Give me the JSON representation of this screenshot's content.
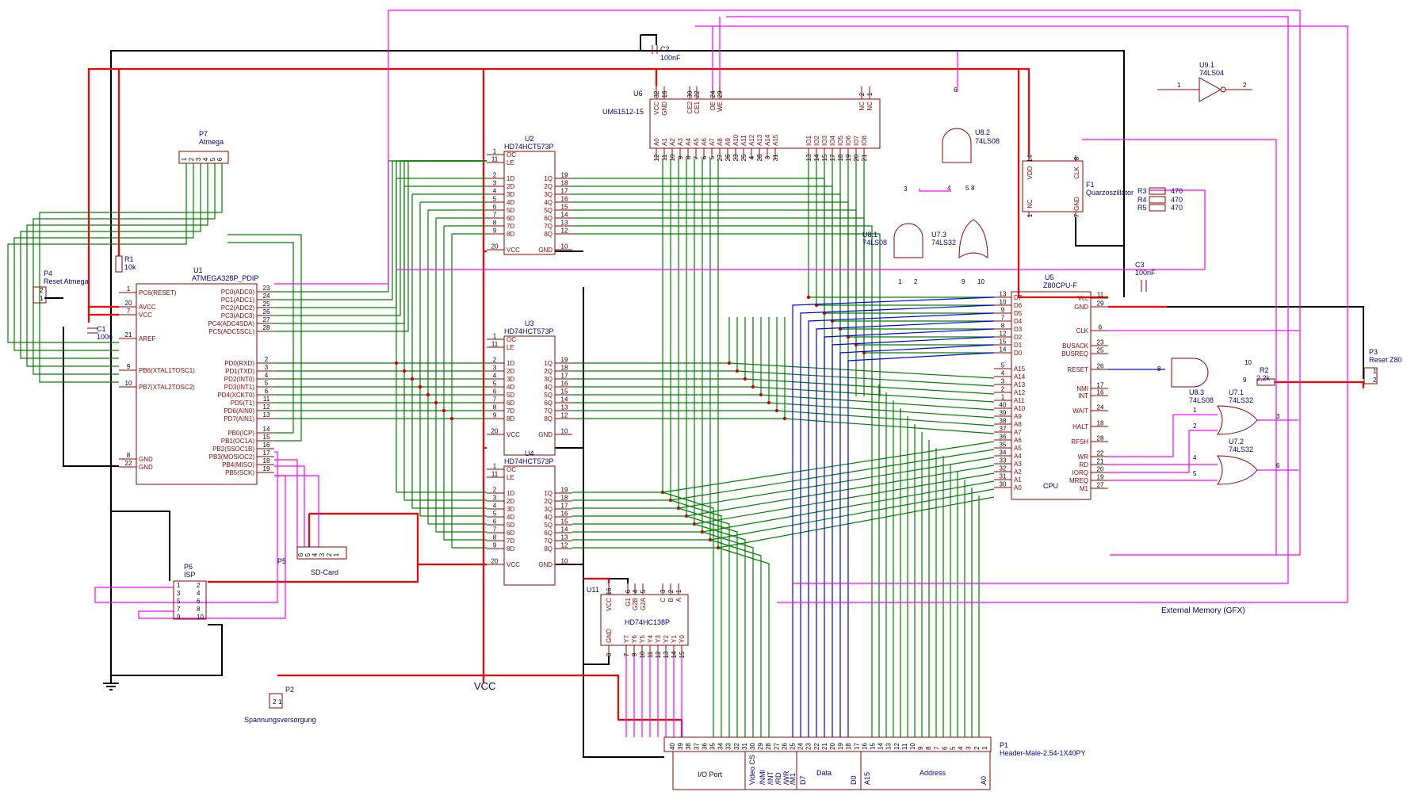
{
  "components": {
    "u1": {
      "ref": "U1",
      "value": "ATMEGA328P_PDIP",
      "left_pins": [
        [
          "1",
          "PC6(RESET)"
        ],
        [
          "20",
          "AVCC"
        ],
        [
          "7",
          "VCC"
        ],
        [
          "21",
          "AREF"
        ],
        [
          "9",
          "PB6(XTAL1TOSC1)"
        ],
        [
          "10",
          "PB7(XTAL2TOSC2)"
        ],
        [
          "8",
          "GND"
        ],
        [
          "22",
          "GND"
        ]
      ],
      "right_pins": [
        [
          "23",
          "PC0(ADC0)"
        ],
        [
          "24",
          "PC1(ADC1)"
        ],
        [
          "25",
          "PC2(ADC2)"
        ],
        [
          "26",
          "PC3(ADC3)"
        ],
        [
          "27",
          "PC4(ADC4SDA)"
        ],
        [
          "28",
          "PC5(ADC5SCL)"
        ],
        [
          "2",
          "PD0(RXD)"
        ],
        [
          "3",
          "PD1(TXD)"
        ],
        [
          "4",
          "PD2(INT0)"
        ],
        [
          "5",
          "PD3(INT1)"
        ],
        [
          "6",
          "PD4(XCKT0)"
        ],
        [
          "11",
          "PD5(T1)"
        ],
        [
          "12",
          "PD6(AIN0)"
        ],
        [
          "13",
          "PD7(AIN1)"
        ],
        [
          "14",
          "PB0(ICP)"
        ],
        [
          "15",
          "PB1(OC1A)"
        ],
        [
          "16",
          "PB2(SSOC1B)"
        ],
        [
          "17",
          "PB3(MOSIOC2)"
        ],
        [
          "18",
          "PB4(MISO)"
        ],
        [
          "19",
          "PB5(SCK)"
        ]
      ]
    },
    "latch": {
      "value": "HD74HCT573P",
      "left_pins": [
        [
          "1",
          "OC"
        ],
        [
          "11",
          "LE"
        ],
        [
          "2",
          "1D"
        ],
        [
          "3",
          "2D"
        ],
        [
          "4",
          "3D"
        ],
        [
          "5",
          "4D"
        ],
        [
          "6",
          "5D"
        ],
        [
          "7",
          "6D"
        ],
        [
          "8",
          "7D"
        ],
        [
          "9",
          "8D"
        ],
        [
          "20",
          "VCC"
        ]
      ],
      "right_pins": [
        [
          "19",
          "1Q"
        ],
        [
          "18",
          "2Q"
        ],
        [
          "17",
          "3Q"
        ],
        [
          "16",
          "4Q"
        ],
        [
          "15",
          "5Q"
        ],
        [
          "14",
          "6Q"
        ],
        [
          "13",
          "7Q"
        ],
        [
          "12",
          "8Q"
        ],
        [
          "10",
          "GND"
        ]
      ],
      "refs": [
        "U2",
        "U3",
        "U4"
      ]
    },
    "u5": {
      "ref": "U5",
      "value": "Z80CPU-F",
      "center": "CPU",
      "left_pins": [
        [
          "13",
          "D7"
        ],
        [
          "10",
          "D6"
        ],
        [
          "9",
          "D5"
        ],
        [
          "7",
          "D4"
        ],
        [
          "8",
          "D3"
        ],
        [
          "12",
          "D2"
        ],
        [
          "15",
          "D1"
        ],
        [
          "14",
          "D0"
        ],
        [
          "5",
          "A15"
        ],
        [
          "4",
          "A14"
        ],
        [
          "3",
          "A13"
        ],
        [
          "2",
          "A12"
        ],
        [
          "1",
          "A11"
        ],
        [
          "40",
          "A10"
        ],
        [
          "39",
          "A9"
        ],
        [
          "38",
          "A8"
        ],
        [
          "37",
          "A7"
        ],
        [
          "36",
          "A6"
        ],
        [
          "35",
          "A5"
        ],
        [
          "34",
          "A4"
        ],
        [
          "33",
          "A3"
        ],
        [
          "32",
          "A2"
        ],
        [
          "31",
          "A1"
        ],
        [
          "30",
          "A0"
        ]
      ],
      "right_pins": [
        [
          "11",
          "Vcc"
        ],
        [
          "29",
          "GND"
        ],
        [
          "6",
          "CLK"
        ],
        [
          "23",
          "BUSACK"
        ],
        [
          "25",
          "BUSREQ"
        ],
        [
          "26",
          "RESET"
        ],
        [
          "17",
          "NMI"
        ],
        [
          "16",
          "INT"
        ],
        [
          "24",
          "WAIT"
        ],
        [
          "18",
          "HALT"
        ],
        [
          "28",
          "RFSH"
        ],
        [
          "22",
          "WR"
        ],
        [
          "21",
          "RD"
        ],
        [
          "20",
          "IORQ"
        ],
        [
          "19",
          "MREQ"
        ],
        [
          "27",
          "M1"
        ]
      ]
    },
    "u6": {
      "ref": "U6",
      "value": "UM61512-15",
      "top_pins": [
        [
          "32",
          "VCC"
        ],
        [
          "16",
          "GND"
        ],
        [
          "30",
          "CE2"
        ],
        [
          "22",
          "CE1"
        ],
        [
          "24",
          "OE"
        ],
        [
          "29",
          "WE"
        ],
        [
          "2",
          "NC"
        ],
        [
          "1",
          "NC"
        ]
      ],
      "bottom_pins": [
        [
          "12",
          "A0"
        ],
        [
          "11",
          "A1"
        ],
        [
          "10",
          "A2"
        ],
        [
          "9",
          "A3"
        ],
        [
          "8",
          "A4"
        ],
        [
          "7",
          "A5"
        ],
        [
          "6",
          "A6"
        ],
        [
          "5",
          "A7"
        ],
        [
          "27",
          "A8"
        ],
        [
          "26",
          "A9"
        ],
        [
          "23",
          "A10"
        ],
        [
          "25",
          "A11"
        ],
        [
          "4",
          "A12"
        ],
        [
          "28",
          "A13"
        ],
        [
          "3",
          "A14"
        ],
        [
          "31",
          "A15"
        ],
        [
          "13",
          "IO1"
        ],
        [
          "14",
          "IO2"
        ],
        [
          "15",
          "IO3"
        ],
        [
          "17",
          "IO4"
        ],
        [
          "18",
          "IO5"
        ],
        [
          "19",
          "IO6"
        ],
        [
          "20",
          "IO7"
        ],
        [
          "21",
          "IO8"
        ]
      ]
    },
    "u11": {
      "ref": "U11",
      "value": "HD74HC138P",
      "top_pins": [
        [
          "16",
          "VCC"
        ],
        [
          "6",
          "G1"
        ],
        [
          "4",
          "G2B"
        ],
        [
          "5",
          "G2A"
        ],
        [
          "3",
          "C"
        ],
        [
          "2",
          "B"
        ],
        [
          "1",
          "A"
        ]
      ],
      "bottom_pins": [
        [
          "8",
          "GND"
        ],
        [
          "7",
          "Y7"
        ],
        [
          "9",
          "Y6"
        ],
        [
          "10",
          "Y5"
        ],
        [
          "11",
          "Y4"
        ],
        [
          "12",
          "Y3"
        ],
        [
          "13",
          "Y2"
        ],
        [
          "14",
          "Y1"
        ],
        [
          "15",
          "Y0"
        ]
      ]
    },
    "f1": {
      "ref": "F1",
      "value": "Quarzoszillator",
      "pins": [
        [
          "14",
          "VDD"
        ],
        [
          "1",
          "NC"
        ],
        [
          "8",
          "CLK"
        ],
        [
          "7",
          "GND"
        ]
      ]
    },
    "u91": {
      "ref": "U9.1",
      "value": "74LS04",
      "in": "1",
      "out": "2"
    },
    "u82": {
      "ref": "U8.2",
      "value": "74LS08",
      "in1": "4",
      "in2": "5",
      "out": "6"
    },
    "u81": {
      "ref": "U8.1",
      "value": "74LS08",
      "in1": "1",
      "in2": "2",
      "out": "3"
    },
    "u73": {
      "ref": "U7.3",
      "value": "74LS32",
      "in1": "9",
      "in2": "10",
      "out": "8"
    },
    "u83": {
      "ref": "U8.3",
      "value": "74LS08",
      "in1": "9",
      "in2": "10",
      "out": "8"
    },
    "u71": {
      "ref": "U7.1",
      "value": "74LS32",
      "in1": "1",
      "in2": "2",
      "out": "3"
    },
    "u72": {
      "ref": "U7.2",
      "value": "74LS32",
      "in1": "4",
      "in2": "5",
      "out": "6"
    },
    "r1": {
      "ref": "R1",
      "value": "10k"
    },
    "r2": {
      "ref": "R2",
      "value": "2,2k"
    },
    "r3": {
      "ref": "R3",
      "value": "470"
    },
    "r4": {
      "ref": "R4",
      "value": "470"
    },
    "r5": {
      "ref": "R5",
      "value": "470"
    },
    "c1": {
      "ref": "C1",
      "value": "100n"
    },
    "c2": {
      "ref": "C2",
      "value": "100nF"
    },
    "c3": {
      "ref": "C3",
      "value": "100nF"
    },
    "p1": {
      "ref": "P1",
      "value": "Header-Male-2.54-1X40PY",
      "pins": [
        "40",
        "39",
        "38",
        "37",
        "36",
        "35",
        "34",
        "33",
        "32",
        "31",
        "30",
        "29",
        "28",
        "27",
        "26",
        "25",
        "24",
        "23",
        "22",
        "21",
        "20",
        "19",
        "18",
        "17",
        "16",
        "15",
        "14",
        "13",
        "12",
        "11",
        "10",
        "9",
        "8",
        "7",
        "6",
        "5",
        "4",
        "3",
        "2",
        "1"
      ],
      "groups": {
        "io": "I/O Port",
        "video": "Video CS",
        "nmi": "/NMI",
        "int": "/INT",
        "rd": "/RD",
        "wr": "/WR",
        "m1": "/M1",
        "d7": "D7",
        "data": "Data",
        "d0": "D0",
        "a15": "A15",
        "address": "Address",
        "a0": "A0"
      }
    },
    "p2": {
      "ref": "P2",
      "value": "Spannungsversorgung"
    },
    "p3": {
      "ref": "P3",
      "value": "Reset Z80"
    },
    "p4": {
      "ref": "P4",
      "value": "Reset Atmega"
    },
    "p5": {
      "ref": "P5",
      "value": "SD-Card",
      "pins": [
        "6",
        "5",
        "4",
        "3",
        "2",
        "1"
      ]
    },
    "p6": {
      "ref": "P6",
      "value": "ISP",
      "pins": [
        "1",
        "2",
        "3",
        "4",
        "5",
        "6",
        "7",
        "8",
        "9",
        "10"
      ]
    },
    "p7": {
      "ref": "P7",
      "value": "Atmega",
      "pins": [
        "1",
        "2",
        "3",
        "4",
        "5",
        "6"
      ]
    }
  },
  "nets": {
    "vcc": "VCC",
    "ext_mem": "External Memory (GFX)"
  },
  "colors": {
    "wire_green": "#008000",
    "wire_blue": "#0000ff",
    "wire_magenta": "#ff00ff",
    "wire_power": "#ff0000",
    "wire_gnd": "#000000",
    "part": "#8b0000",
    "label": "#000080"
  }
}
